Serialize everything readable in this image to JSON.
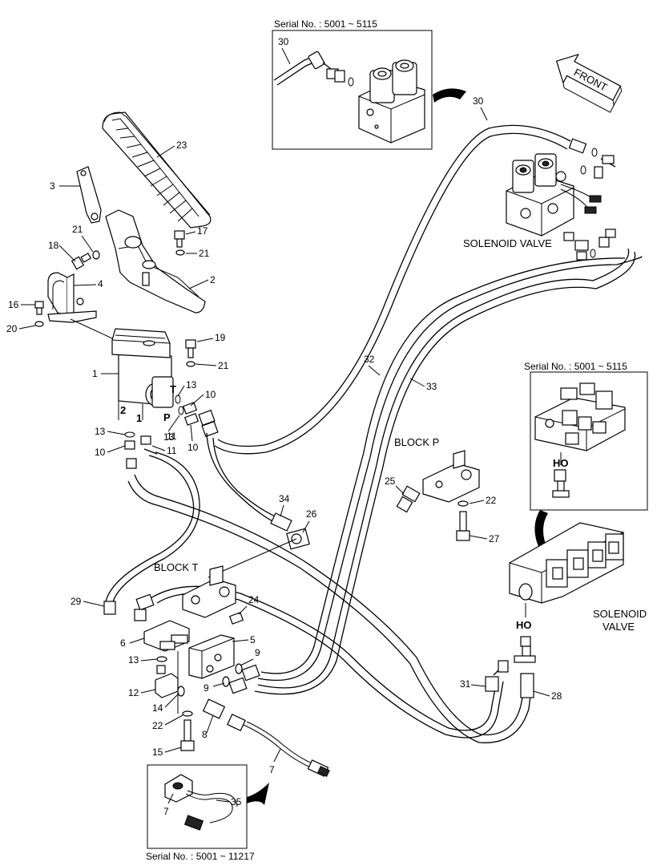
{
  "serial_top": "Serial No. : 5001 ~ 5115",
  "serial_right": "Serial No. : 5001 ~ 5115",
  "serial_bottom": "Serial No. : 5001 ~ 11217",
  "front_label": "FRONT",
  "solenoid_valve_top": "SOLENOID VALVE",
  "solenoid_valve_right_1": "SOLENOID",
  "solenoid_valve_right_2": "VALVE",
  "block_p": "BLOCK  P",
  "block_t": "BLOCK  T",
  "ho_top": "HO",
  "ho_bottom": "HO",
  "port_T": "T",
  "port_P": "P",
  "port_2": "2",
  "port_1": "1",
  "callouts": {
    "c30a": "30",
    "c30b": "30",
    "c23": "23",
    "c3": "3",
    "c21a": "21",
    "c17": "17",
    "c18": "18",
    "c21b": "21",
    "c2": "2",
    "c4": "4",
    "c16": "16",
    "c20": "20",
    "c19": "19",
    "c21c": "21",
    "c1": "1",
    "c13a": "13",
    "c10a": "10",
    "c13b": "13",
    "c10b": "10",
    "c13c": "13",
    "c11": "11",
    "c10c": "10",
    "c11b": "11",
    "c32": "32",
    "c33": "33",
    "c25": "25",
    "c22a": "22",
    "c27": "27",
    "c34": "34",
    "c26": "26",
    "c29": "29",
    "c24": "24",
    "c5": "5",
    "c6": "6",
    "c9a": "9",
    "c13d": "13",
    "c9b": "9",
    "c12": "12",
    "c14": "14",
    "c22b": "22",
    "c8": "8",
    "c15": "15",
    "c7a": "7",
    "c31": "31",
    "c28": "28",
    "c7b": "7",
    "c35": "35"
  }
}
